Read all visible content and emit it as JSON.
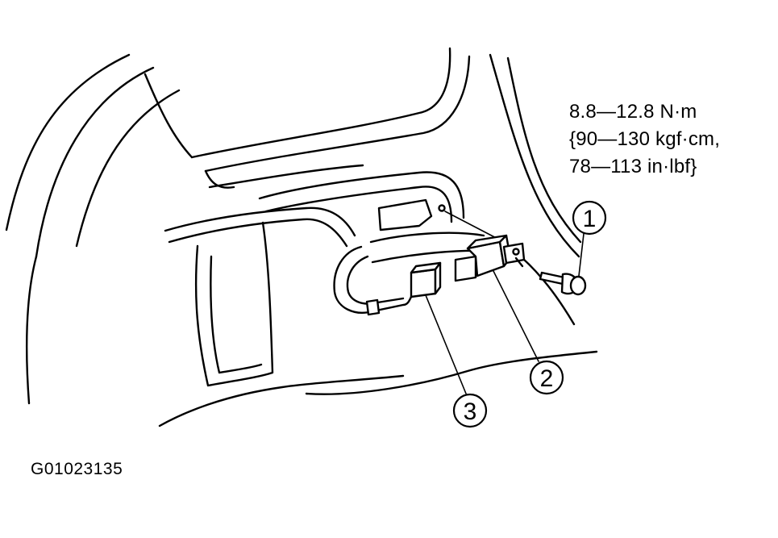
{
  "torque_spec": {
    "line1": "8.8—12.8 N·m",
    "line2": "{90—130 kgf·cm,",
    "line3": "78—113 in·lbf}"
  },
  "callouts": [
    "1",
    "2",
    "3"
  ],
  "figure_id": "G01023135"
}
